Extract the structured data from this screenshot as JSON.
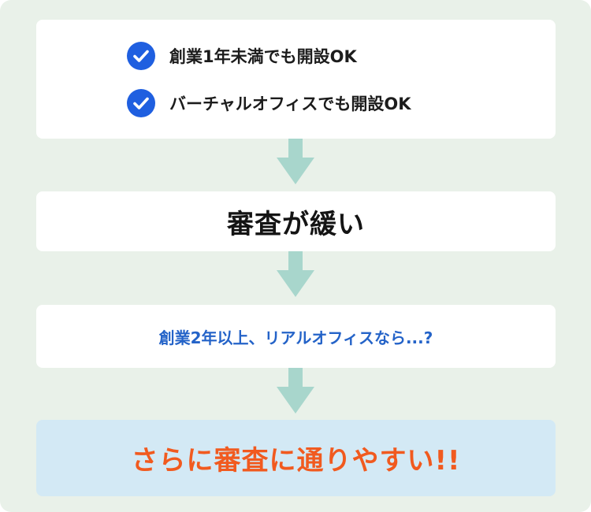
{
  "colors": {
    "background": "#e9f1e9",
    "card": "#ffffff",
    "highlight_card": "#d3e9f5",
    "arrow": "#a8d6cc",
    "check": "#1f5fe0",
    "blue_text": "#2463c8",
    "orange_text": "#f15a1f"
  },
  "step1": {
    "items": [
      {
        "icon": "check-circle-icon",
        "label": "創業1年未満でも開設OK"
      },
      {
        "icon": "check-circle-icon",
        "label": "バーチャルオフィスでも開設OK"
      }
    ]
  },
  "step2": {
    "text": "審査が緩い"
  },
  "step3": {
    "text": "創業2年以上、リアルオフィスなら...?"
  },
  "step4": {
    "text": "さらに審査に通りやすい!!"
  }
}
